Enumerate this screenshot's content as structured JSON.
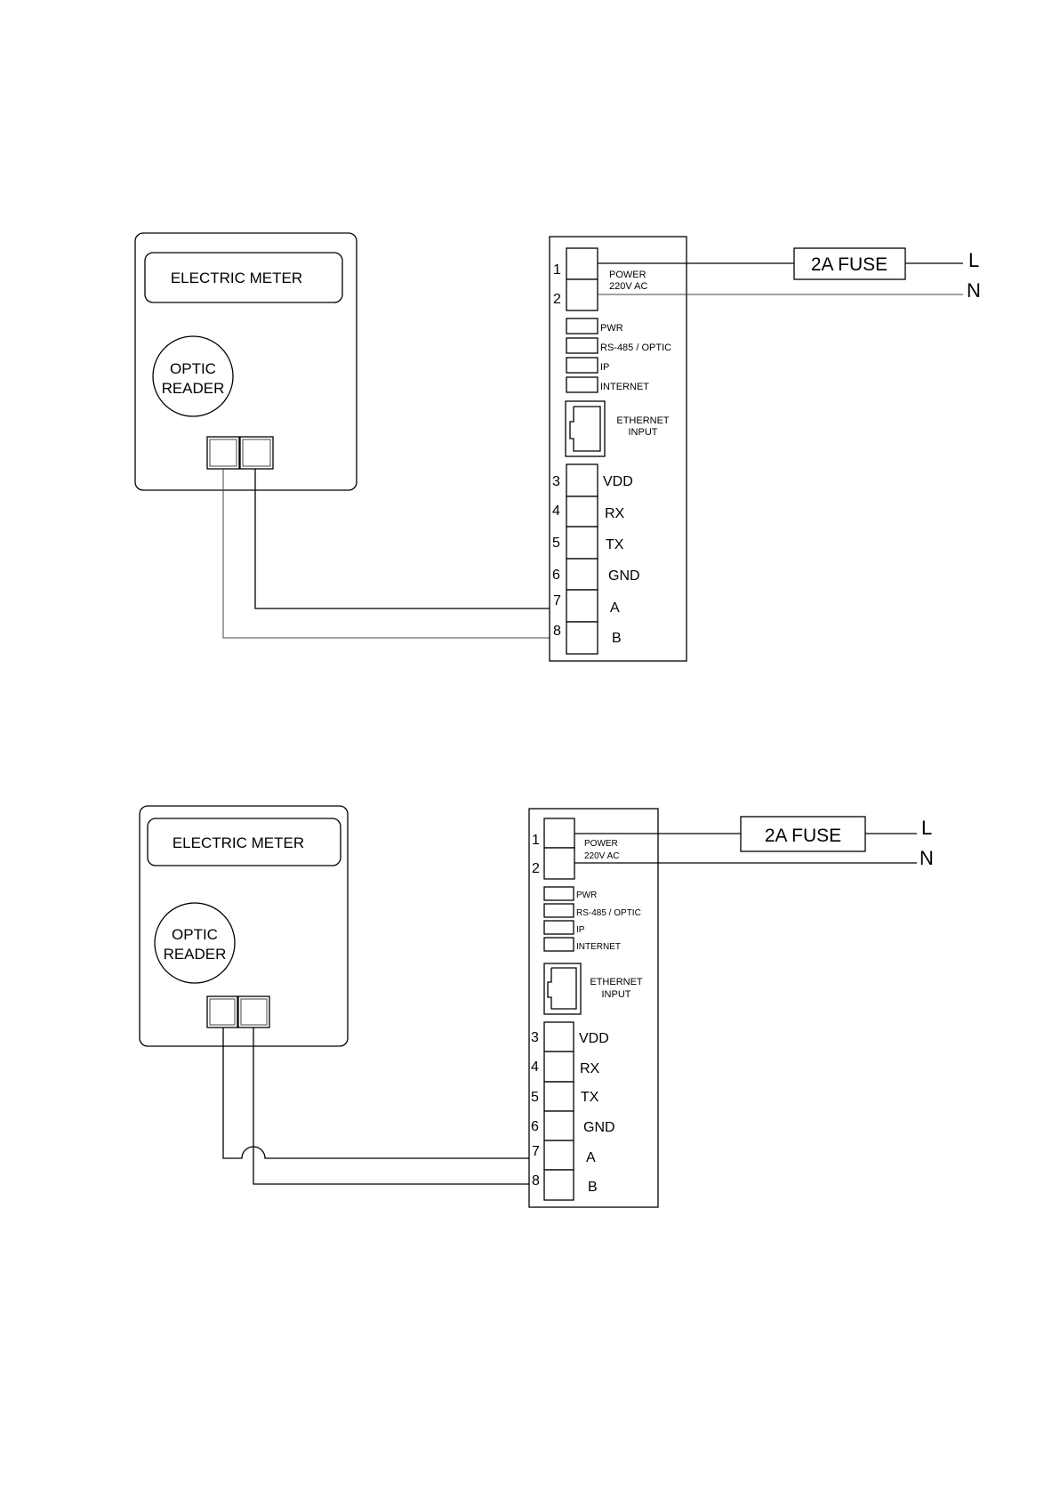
{
  "diagrams": [
    {
      "id": "straight-wiring",
      "meter": {
        "title": "ELECTRIC METER",
        "reader_line1": "OPTIC",
        "reader_line2": "READER"
      },
      "module": {
        "power_label_line1": "POWER",
        "power_label_line2": "220V AC",
        "power_pins": [
          "1",
          "2"
        ],
        "indicators": [
          "PWR",
          "RS-485 / OPTIC",
          "IP",
          "INTERNET"
        ],
        "ethernet_line1": "ETHERNET",
        "ethernet_line2": "INPUT",
        "pins": [
          {
            "num": "3",
            "label": "VDD"
          },
          {
            "num": "4",
            "label": "RX"
          },
          {
            "num": "5",
            "label": "TX"
          },
          {
            "num": "6",
            "label": "GND"
          },
          {
            "num": "7",
            "label": "A"
          },
          {
            "num": "8",
            "label": "B"
          }
        ]
      },
      "fuse": "2A FUSE",
      "line_labels": {
        "live": "L",
        "neutral": "N"
      },
      "wiring": "meter right terminal to A, left terminal to B"
    },
    {
      "id": "crossed-wiring",
      "meter": {
        "title": "ELECTRIC METER",
        "reader_line1": "OPTIC",
        "reader_line2": "READER"
      },
      "module": {
        "power_label_line1": "POWER",
        "power_label_line2": "220V AC",
        "power_pins": [
          "1",
          "2"
        ],
        "indicators": [
          "PWR",
          "RS-485 / OPTIC",
          "IP",
          "INTERNET"
        ],
        "ethernet_line1": "ETHERNET",
        "ethernet_line2": "INPUT",
        "pins": [
          {
            "num": "3",
            "label": "VDD"
          },
          {
            "num": "4",
            "label": "RX"
          },
          {
            "num": "5",
            "label": "TX"
          },
          {
            "num": "6",
            "label": "GND"
          },
          {
            "num": "7",
            "label": "A"
          },
          {
            "num": "8",
            "label": "B"
          }
        ]
      },
      "fuse": "2A FUSE",
      "line_labels": {
        "live": "L",
        "neutral": "N"
      },
      "wiring": "meter left terminal to A (hop-over), right terminal to B"
    }
  ]
}
